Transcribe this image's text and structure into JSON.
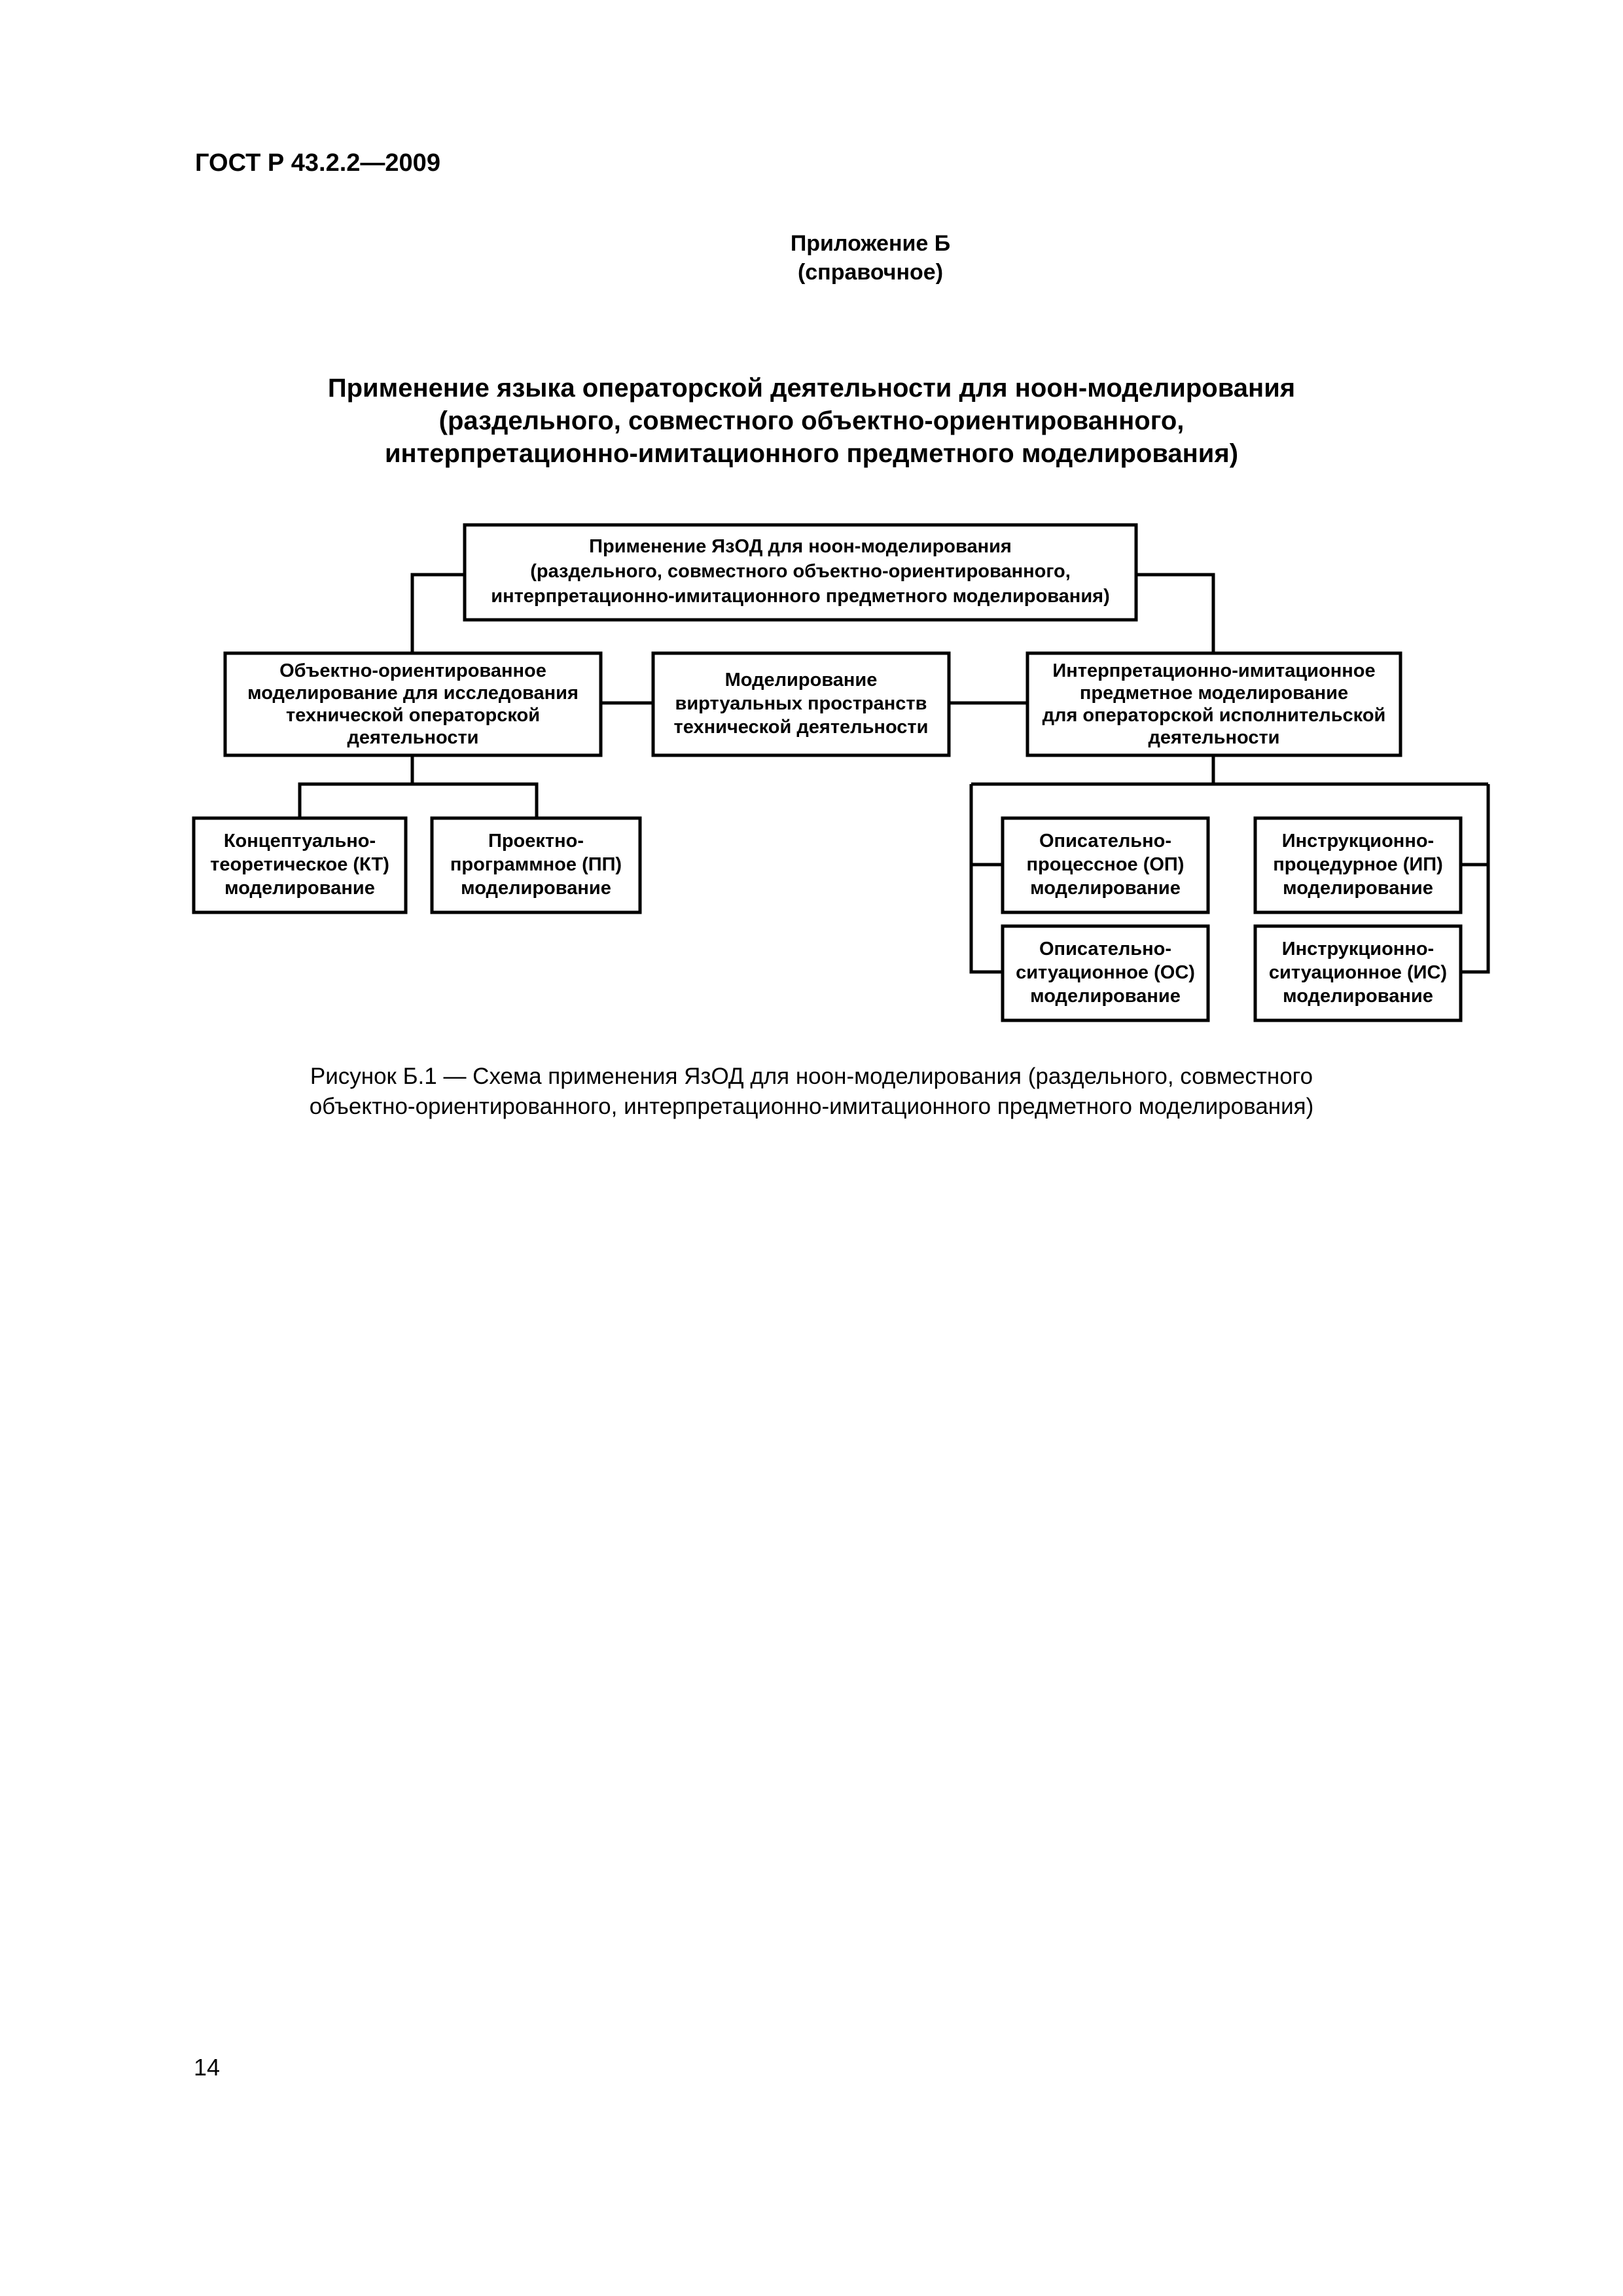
{
  "header": {
    "doc_code": "ГОСТ Р 43.2.2—2009"
  },
  "appendix": {
    "line1": "Приложение Б",
    "line2": "(справочное)"
  },
  "heading": {
    "lines": [
      "Применение языка операторской деятельности для ноон-моделирования",
      "(раздельного, совместного объектно-ориентированного,",
      "интерпретационно-имитационного предметного моделирования)"
    ]
  },
  "diagram": {
    "root": {
      "lines": [
        "Применение ЯзОД для ноон-моделирования",
        "(раздельного, совместного объектно-ориентированного,",
        "интерпретационно-имитационного предметного моделирования)"
      ]
    },
    "object_oriented": {
      "lines": [
        "Объектно-ориентированное",
        "моделирование для исследования",
        "технической операторской",
        "деятельности"
      ]
    },
    "virtual_spaces": {
      "lines": [
        "Моделирование",
        "виртуальных пространств",
        "технической деятельности"
      ]
    },
    "interpretation": {
      "lines": [
        "Интерпретационно-имитационное",
        "предметное моделирование",
        "для операторской исполнительской",
        "деятельности"
      ]
    },
    "conceptual": {
      "lines": [
        "Концептуально-",
        "теоретическое (КТ)",
        "моделирование"
      ]
    },
    "design": {
      "lines": [
        "Проектно-",
        "программное (ПП)",
        "моделирование"
      ]
    },
    "desc_process": {
      "lines": [
        "Описательно-",
        "процессное (ОП)",
        "моделирование"
      ]
    },
    "desc_situation": {
      "lines": [
        "Описательно-",
        "ситуационное (ОС)",
        "моделирование"
      ]
    },
    "instr_procedure": {
      "lines": [
        "Инструкционно-",
        "процедурное (ИП)",
        "моделирование"
      ]
    },
    "instr_situation": {
      "lines": [
        "Инструкционно-",
        "ситуационное (ИС)",
        "моделирование"
      ]
    }
  },
  "caption": {
    "lines": [
      "Рисунок Б.1 — Схема применения ЯзОД для ноон-моделирования (раздельного, совместного",
      "объектно-ориентированного, интерпретационно-имитационного предметного моделирования)"
    ]
  },
  "footer": {
    "page_number": "14"
  }
}
